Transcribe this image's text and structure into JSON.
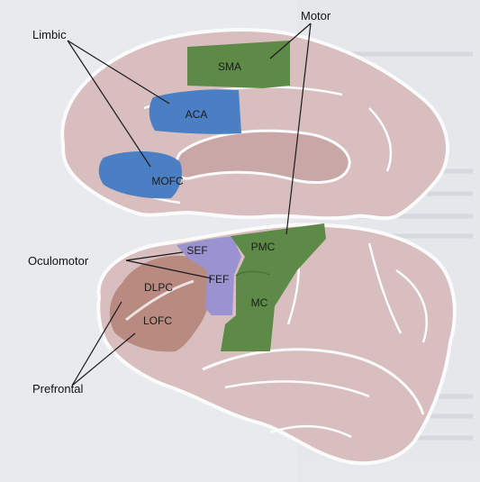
{
  "figure": {
    "callouts": {
      "motor": "Motor",
      "limbic": "Limbic",
      "oculomotor": "Oculomotor",
      "prefrontal": "Prefrontal"
    },
    "regions": {
      "sma": "SMA",
      "aca": "ACA",
      "mofc": "MOFC",
      "pmc": "PMC",
      "sef": "SEF",
      "fef": "FEF",
      "mc": "MC",
      "dlpc": "DLPC",
      "lofc": "LOFC"
    },
    "colors": {
      "motor": "#5e8a48",
      "limbic": "#4a7fc4",
      "oculomotor": "#9b93d1",
      "prefrontal": "#b88a80",
      "brain": "#d9bfbf",
      "background": "#e9eaee"
    }
  }
}
